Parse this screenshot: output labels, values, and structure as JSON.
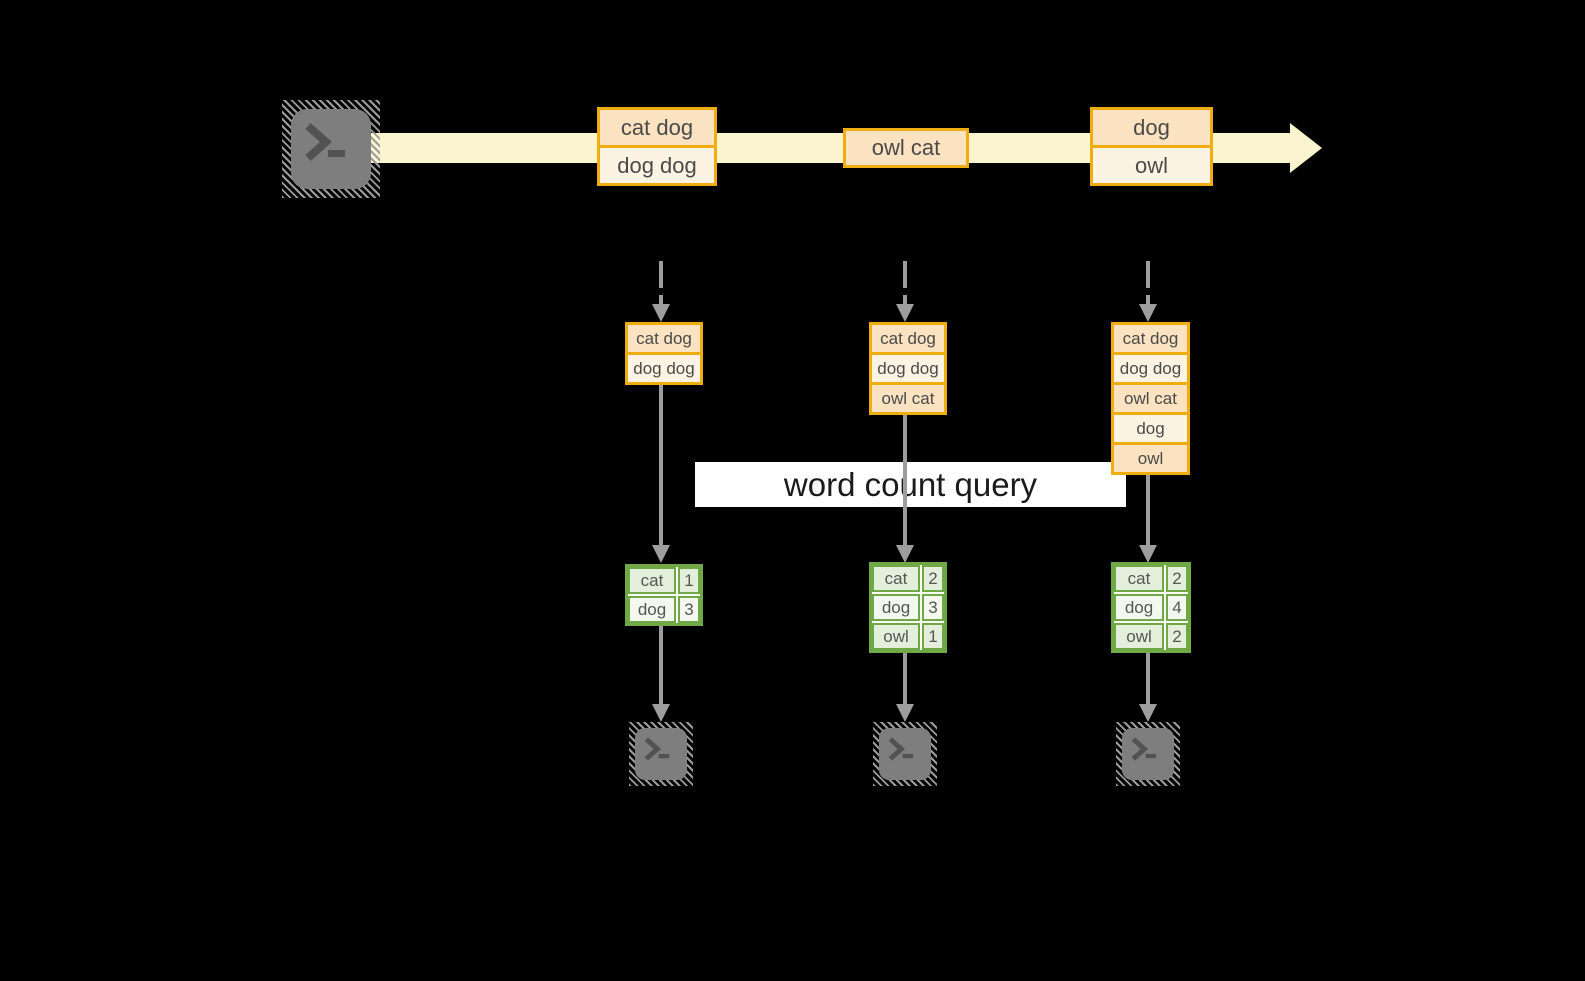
{
  "banner": {
    "label": "word count query"
  },
  "stream": {
    "batches": [
      {
        "records": [
          "cat dog",
          "dog dog"
        ]
      },
      {
        "records": [
          "owl cat"
        ]
      },
      {
        "records": [
          "dog",
          "owl"
        ]
      }
    ]
  },
  "columns": [
    {
      "snapshot": [
        "cat dog",
        "dog dog"
      ],
      "counts": [
        {
          "word": "cat",
          "count": 1
        },
        {
          "word": "dog",
          "count": 3
        }
      ]
    },
    {
      "snapshot": [
        "cat dog",
        "dog dog",
        "owl cat"
      ],
      "counts": [
        {
          "word": "cat",
          "count": 2
        },
        {
          "word": "dog",
          "count": 3
        },
        {
          "word": "owl",
          "count": 1
        }
      ]
    },
    {
      "snapshot": [
        "cat dog",
        "dog dog",
        "owl cat",
        "dog",
        "owl"
      ],
      "counts": [
        {
          "word": "cat",
          "count": 2
        },
        {
          "word": "dog",
          "count": 4
        },
        {
          "word": "owl",
          "count": 2
        }
      ]
    }
  ],
  "icons": {
    "source": "terminal-icon",
    "sink": "terminal-icon"
  },
  "colors": {
    "amber_border": "#F0AD0F",
    "peach_fill": "#FBE2C0",
    "cream_fill": "#FDF3E3",
    "stream_band": "#FCF3CF",
    "green_border": "#6FA844",
    "green_fill": "#E3EFDB",
    "green_fill_light": "#F3F8EF",
    "arrow_gray": "#9D9D9D",
    "terminal_gray": "#7E7E7E",
    "banner_bg": "#FFFFFF",
    "background": "#000000"
  }
}
